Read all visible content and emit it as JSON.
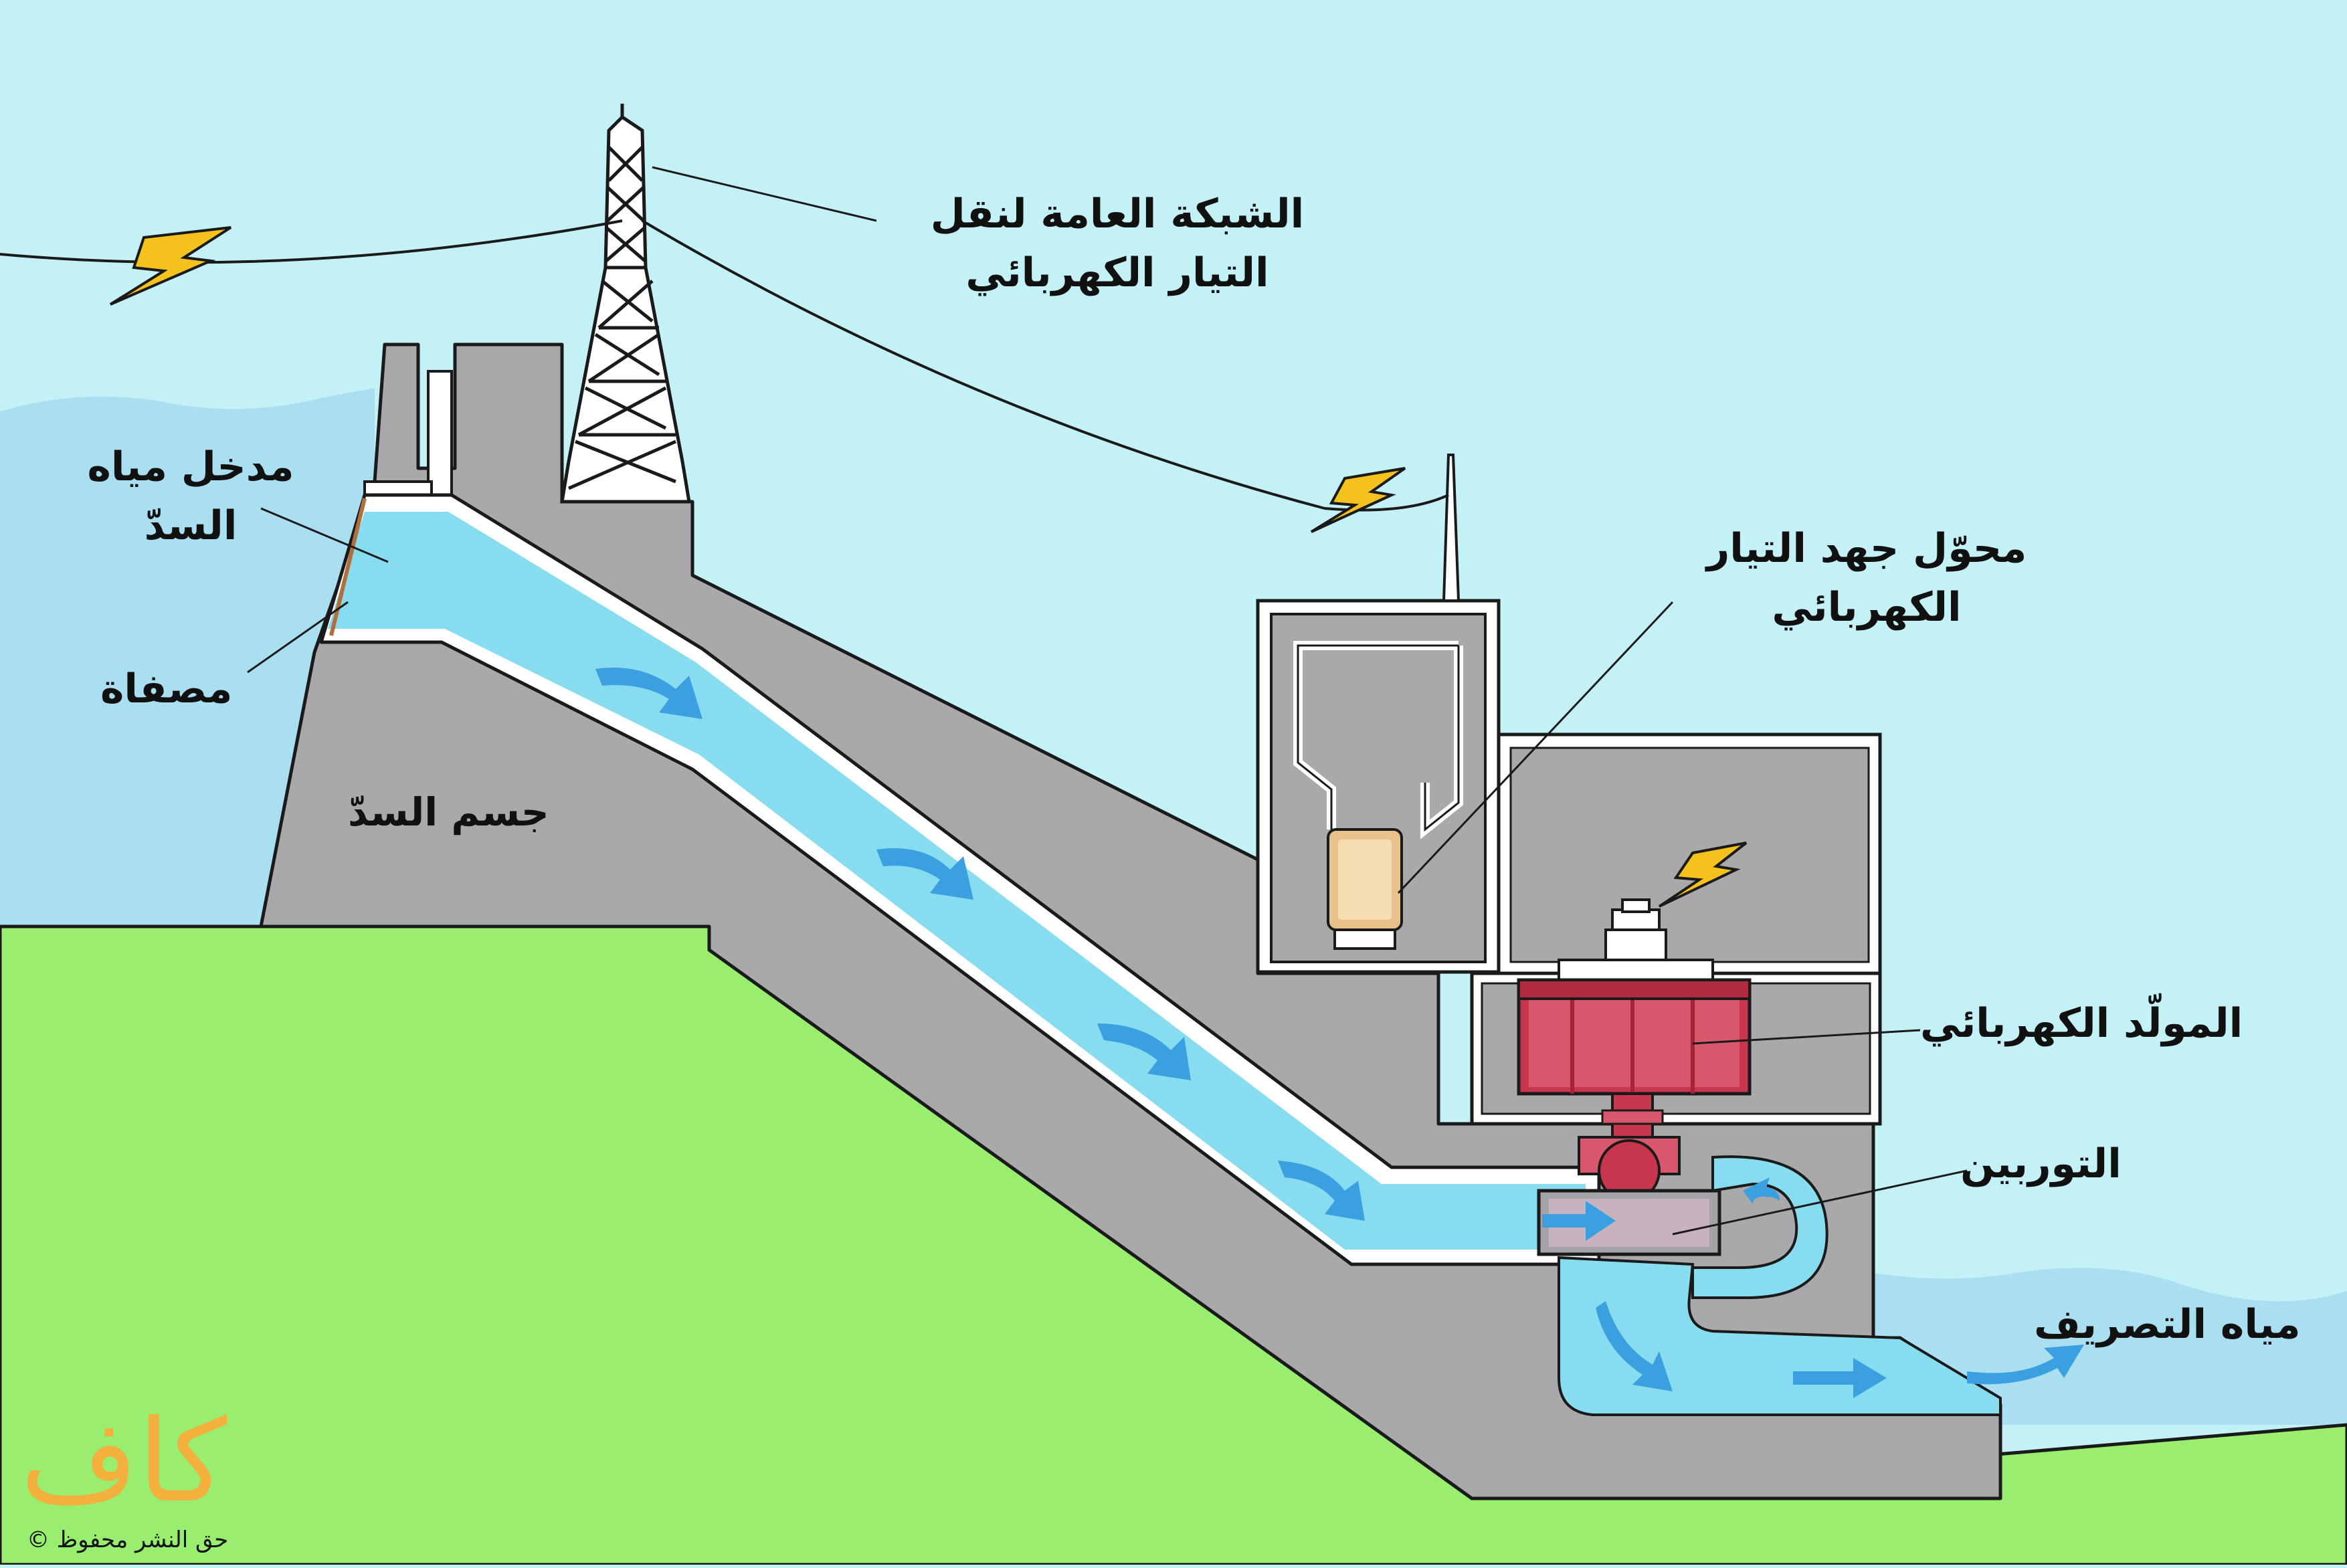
{
  "colors": {
    "sky": "#c4f1f5",
    "reservoir": "#a9dff0",
    "water": "#87dcef",
    "concrete": "#a9a9ab",
    "ground": "#99ee6f",
    "outline": "#1a1a1a",
    "pipe_wall": "#ffffff",
    "arrow": "#3aa0e0",
    "bolt": "#f5c21d",
    "generator": "#c7364c",
    "transformer": "#e9c18a",
    "logo": "#f3b03d"
  },
  "labels": {
    "grid": [
      "الشبكة العامة لنقل",
      "التيار الكهربائي"
    ],
    "intake": [
      "مدخل مياه",
      "السدّ"
    ],
    "screen": "مصفاة",
    "dam_body": "جسم السدّ",
    "transformer": [
      "محوّل جهد التيار",
      "الكهربائي"
    ],
    "generator": "المولّد الكهربائي",
    "turbine": "التوربين",
    "outflow": "مياه التصريف"
  },
  "logo": {
    "text": "كاف",
    "copyright": "حق النشر محفوظ ©"
  }
}
